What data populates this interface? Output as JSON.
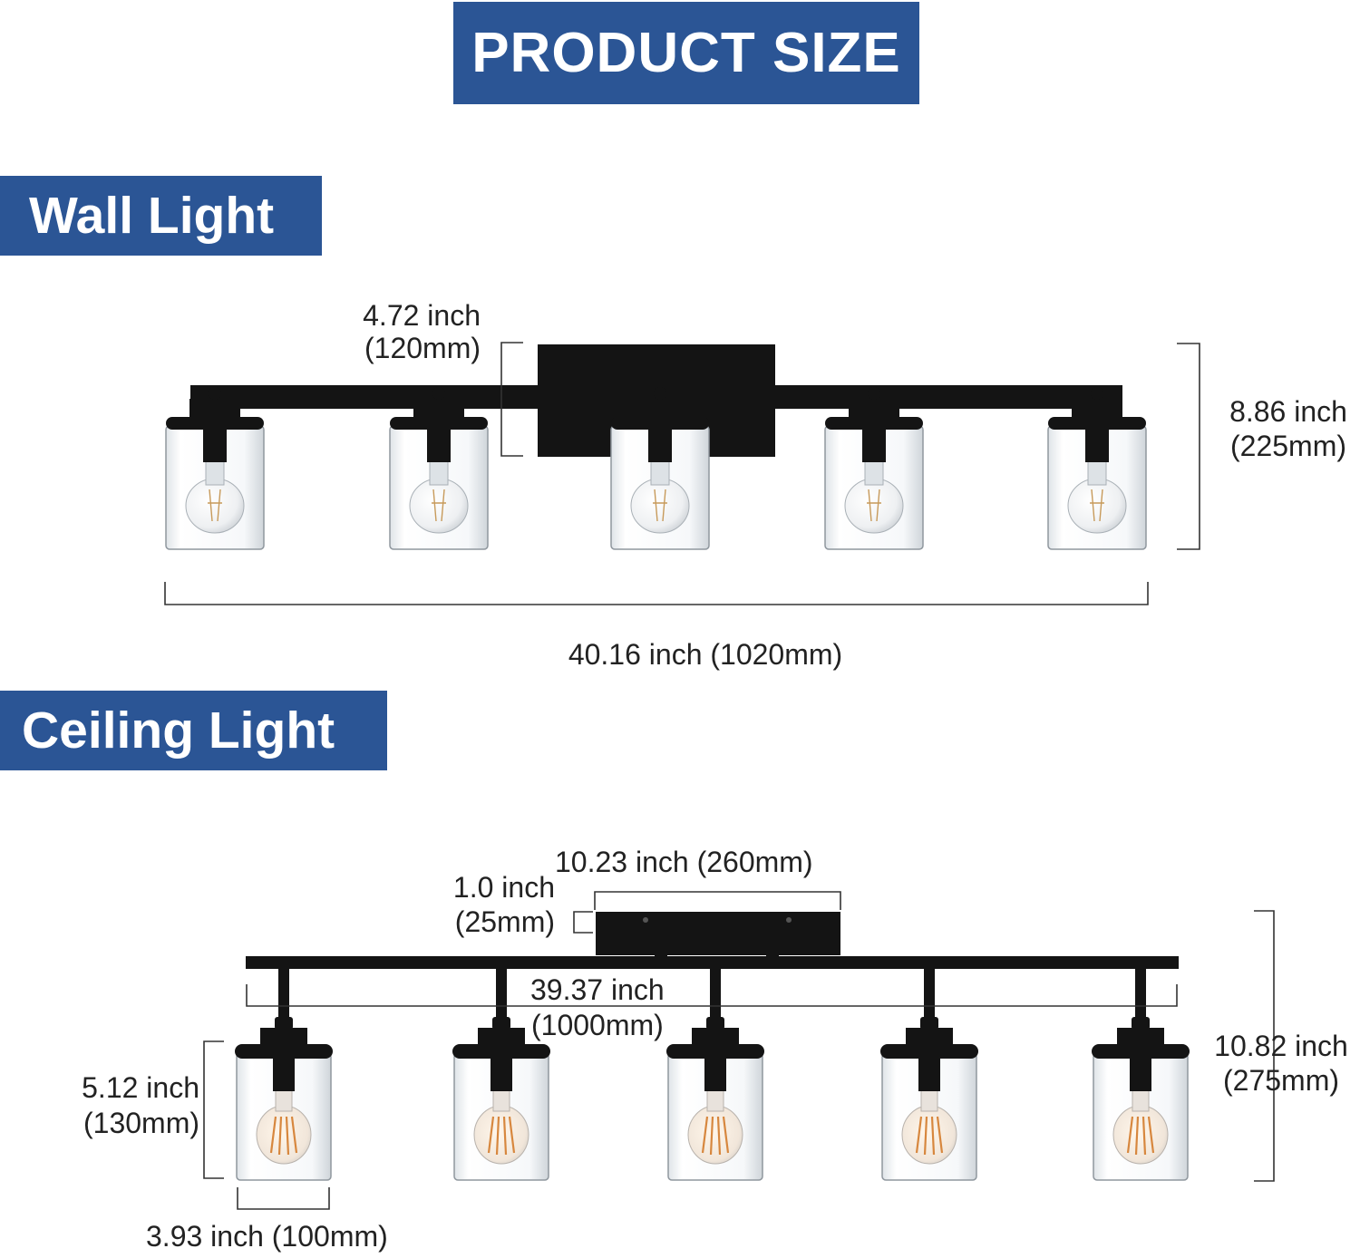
{
  "title": "PRODUCT SIZE",
  "colors": {
    "banner": "#2b5595",
    "fixture": "#141414",
    "dimension_line": "#333333"
  },
  "wall_light": {
    "heading": "Wall Light",
    "backplate_height": {
      "inch": "4.72 inch",
      "mm": "(120mm)"
    },
    "height": {
      "inch": "8.86 inch",
      "mm": "(225mm)"
    },
    "width": "40.16 inch (1020mm)",
    "bulb_count": 5
  },
  "ceiling_light": {
    "heading": "Ceiling Light",
    "canopy_length": "10.23 inch (260mm)",
    "canopy_depth": {
      "inch": "1.0 inch",
      "mm": "(25mm)"
    },
    "bar_length": {
      "inch": "39.37 inch",
      "mm": "(1000mm)"
    },
    "height": {
      "inch": "10.82 inch",
      "mm": "(275mm)"
    },
    "shade_height": {
      "inch": "5.12 inch",
      "mm": "(130mm)"
    },
    "shade_width": "3.93 inch (100mm)",
    "bulb_count": 5
  }
}
